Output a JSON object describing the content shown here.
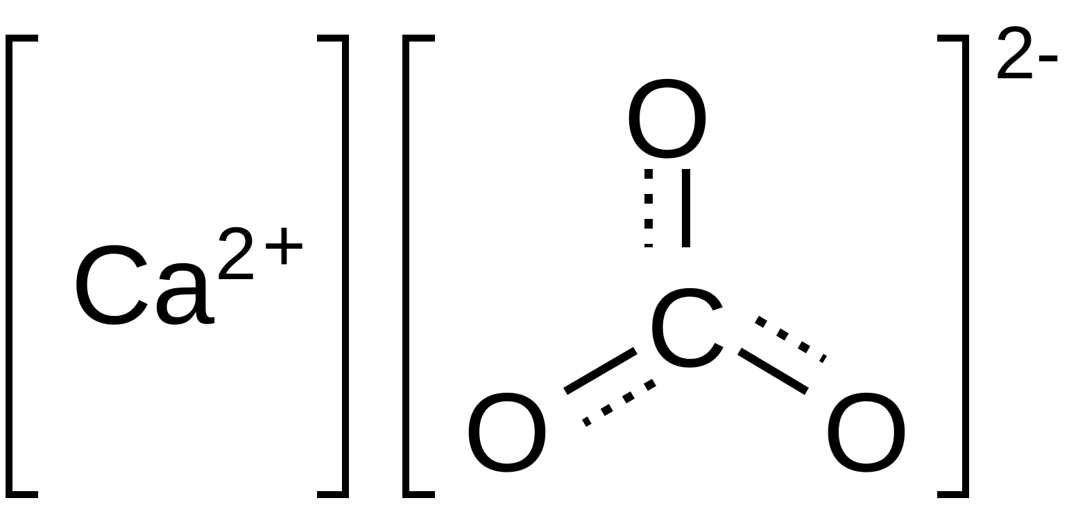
{
  "cation": {
    "symbol": "Ca",
    "charge_number": "2",
    "charge_sign": "+"
  },
  "anion": {
    "central_atom": "C",
    "oxygens": [
      "O",
      "O",
      "O"
    ],
    "charge": "2-"
  },
  "colors": {
    "ink": "#000000",
    "background": "#ffffff"
  }
}
